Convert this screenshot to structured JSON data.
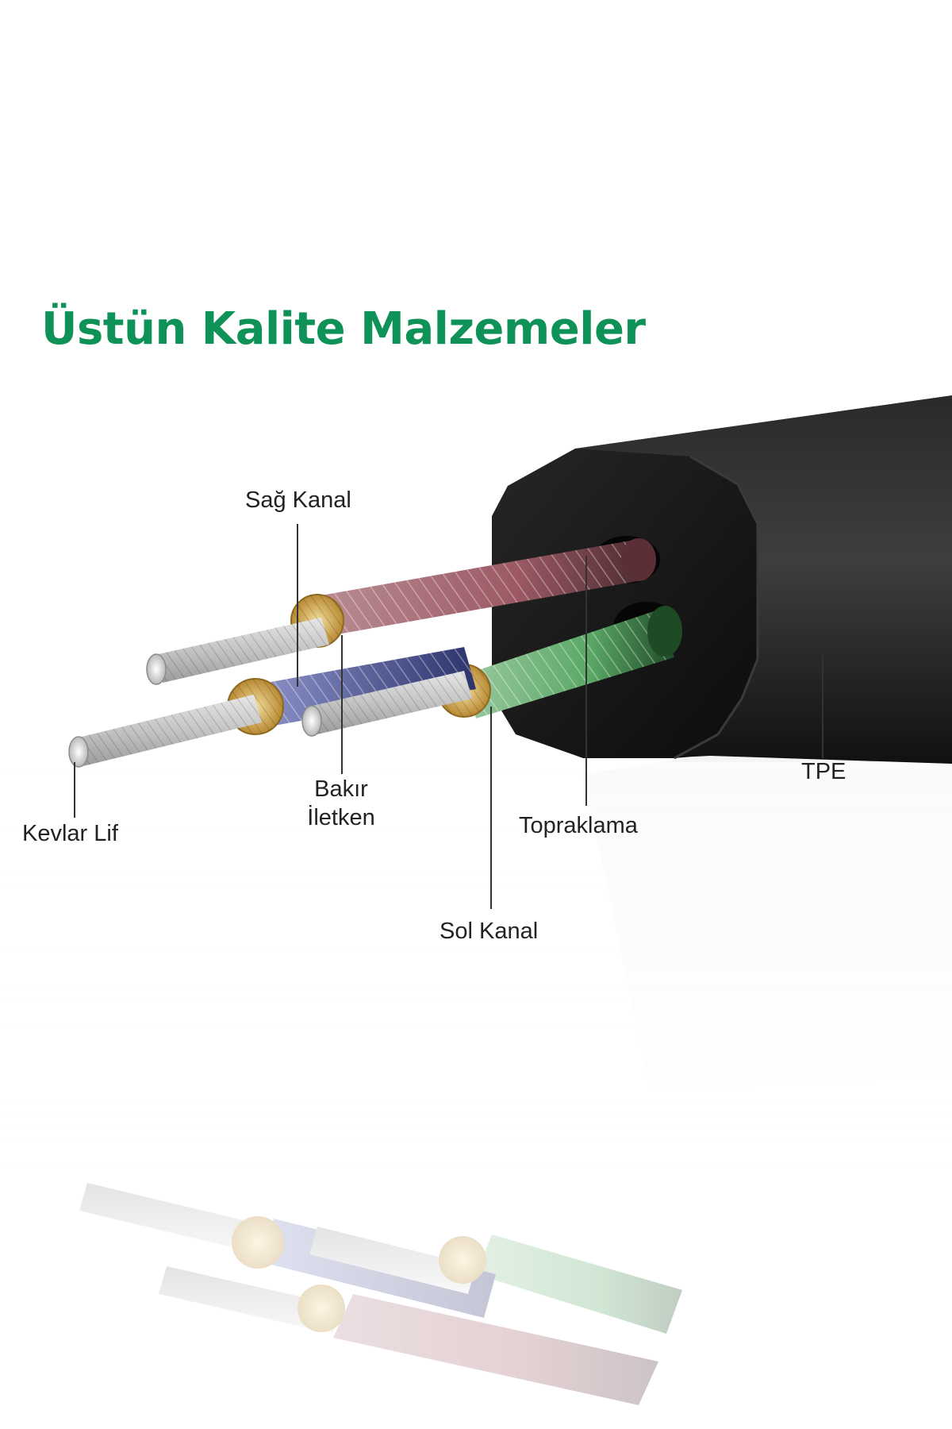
{
  "title": "Üstün Kalite Malzemeler",
  "colors": {
    "title": "#0f9257",
    "jacket": "#1a1a1a",
    "right_channel": "#c98a95",
    "left_channel": "#7fc28a",
    "ground": "#8a8fc4",
    "kevlar": "#bcbcbc",
    "copper_tips": "#d8b25c"
  },
  "labels": {
    "right_channel": "Sağ Kanal",
    "copper_line1": "Bakır",
    "copper_line2": "İletken",
    "kevlar": "Kevlar Lif",
    "grounding": "Topraklama",
    "left_channel": "Sol Kanal",
    "tpe": "TPE"
  }
}
